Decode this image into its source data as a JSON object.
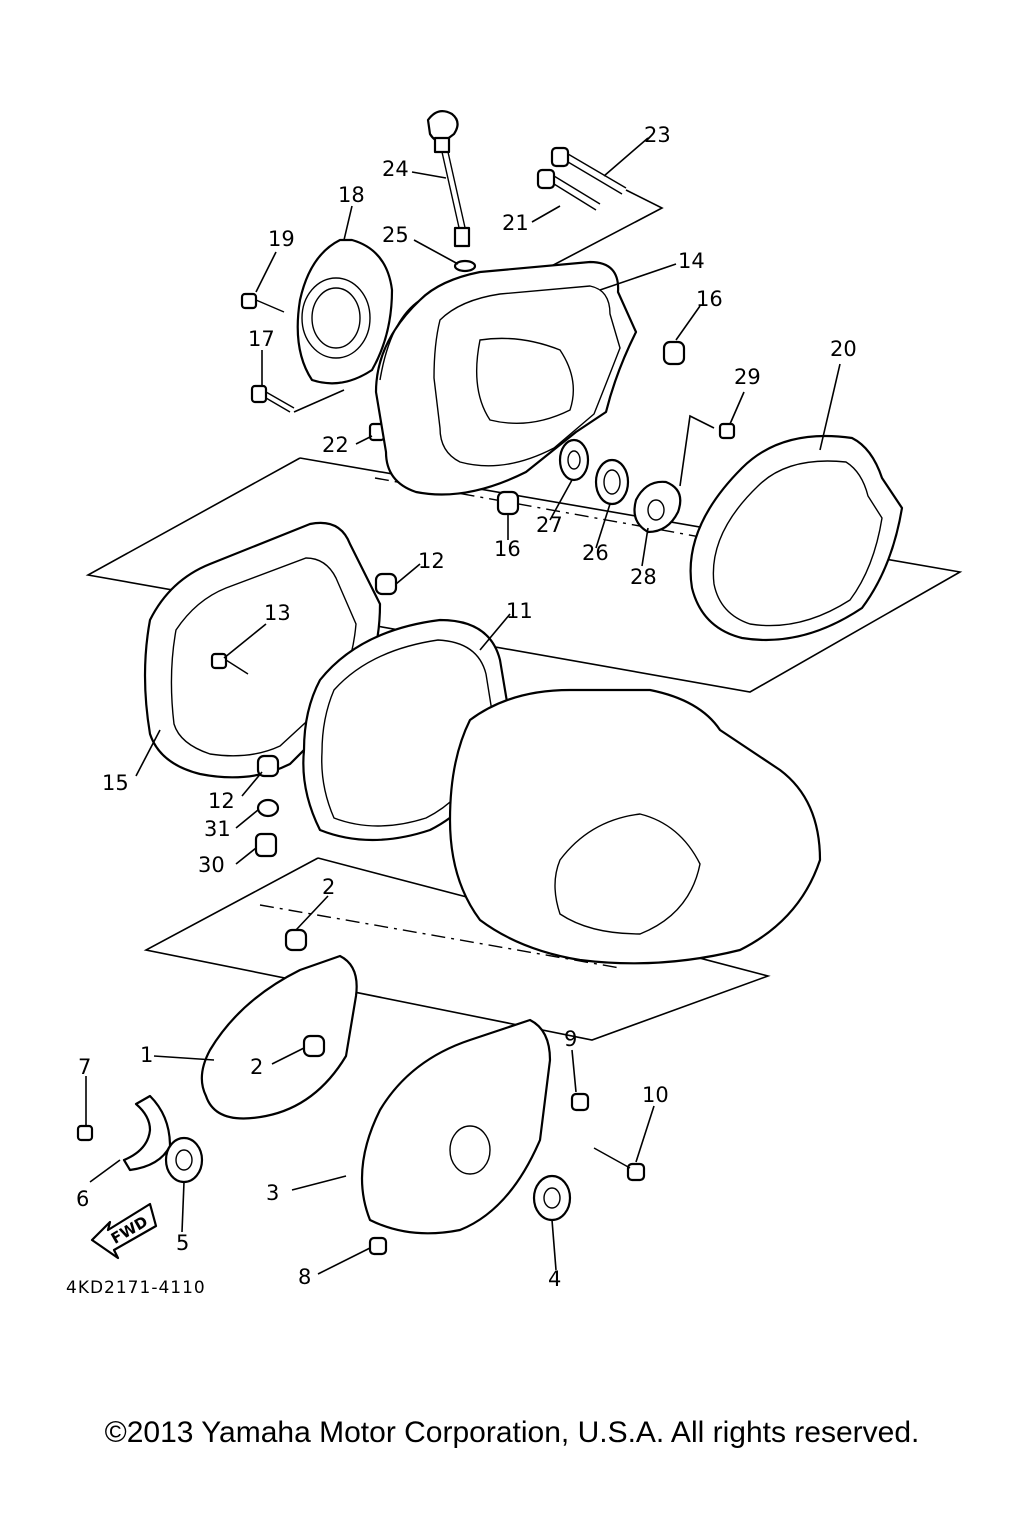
{
  "callouts": [
    {
      "id": "c23",
      "text": "23"
    },
    {
      "id": "c24",
      "text": "24"
    },
    {
      "id": "c18",
      "text": "18"
    },
    {
      "id": "c21",
      "text": "21"
    },
    {
      "id": "c19",
      "text": "19"
    },
    {
      "id": "c25",
      "text": "25"
    },
    {
      "id": "c14",
      "text": "14"
    },
    {
      "id": "c16a",
      "text": "16"
    },
    {
      "id": "c17",
      "text": "17"
    },
    {
      "id": "c20",
      "text": "20"
    },
    {
      "id": "c29",
      "text": "29"
    },
    {
      "id": "c22",
      "text": "22"
    },
    {
      "id": "c27",
      "text": "27"
    },
    {
      "id": "c16b",
      "text": "16"
    },
    {
      "id": "c26",
      "text": "26"
    },
    {
      "id": "c28",
      "text": "28"
    },
    {
      "id": "c12a",
      "text": "12"
    },
    {
      "id": "c13",
      "text": "13"
    },
    {
      "id": "c11",
      "text": "11"
    },
    {
      "id": "c15",
      "text": "15"
    },
    {
      "id": "c12b",
      "text": "12"
    },
    {
      "id": "c31",
      "text": "31"
    },
    {
      "id": "c30",
      "text": "30"
    },
    {
      "id": "c2a",
      "text": "2"
    },
    {
      "id": "c1",
      "text": "1"
    },
    {
      "id": "c2b",
      "text": "2"
    },
    {
      "id": "c9",
      "text": "9"
    },
    {
      "id": "c7",
      "text": "7"
    },
    {
      "id": "c10",
      "text": "10"
    },
    {
      "id": "c6",
      "text": "6"
    },
    {
      "id": "c3",
      "text": "3"
    },
    {
      "id": "c5",
      "text": "5"
    },
    {
      "id": "c8",
      "text": "8"
    },
    {
      "id": "c4",
      "text": "4"
    }
  ],
  "fwd_label": "FWD",
  "diagram_code": "4KD2171-4110",
  "copyright": "©2013 Yamaha Motor Corporation, U.S.A. All rights reserved."
}
